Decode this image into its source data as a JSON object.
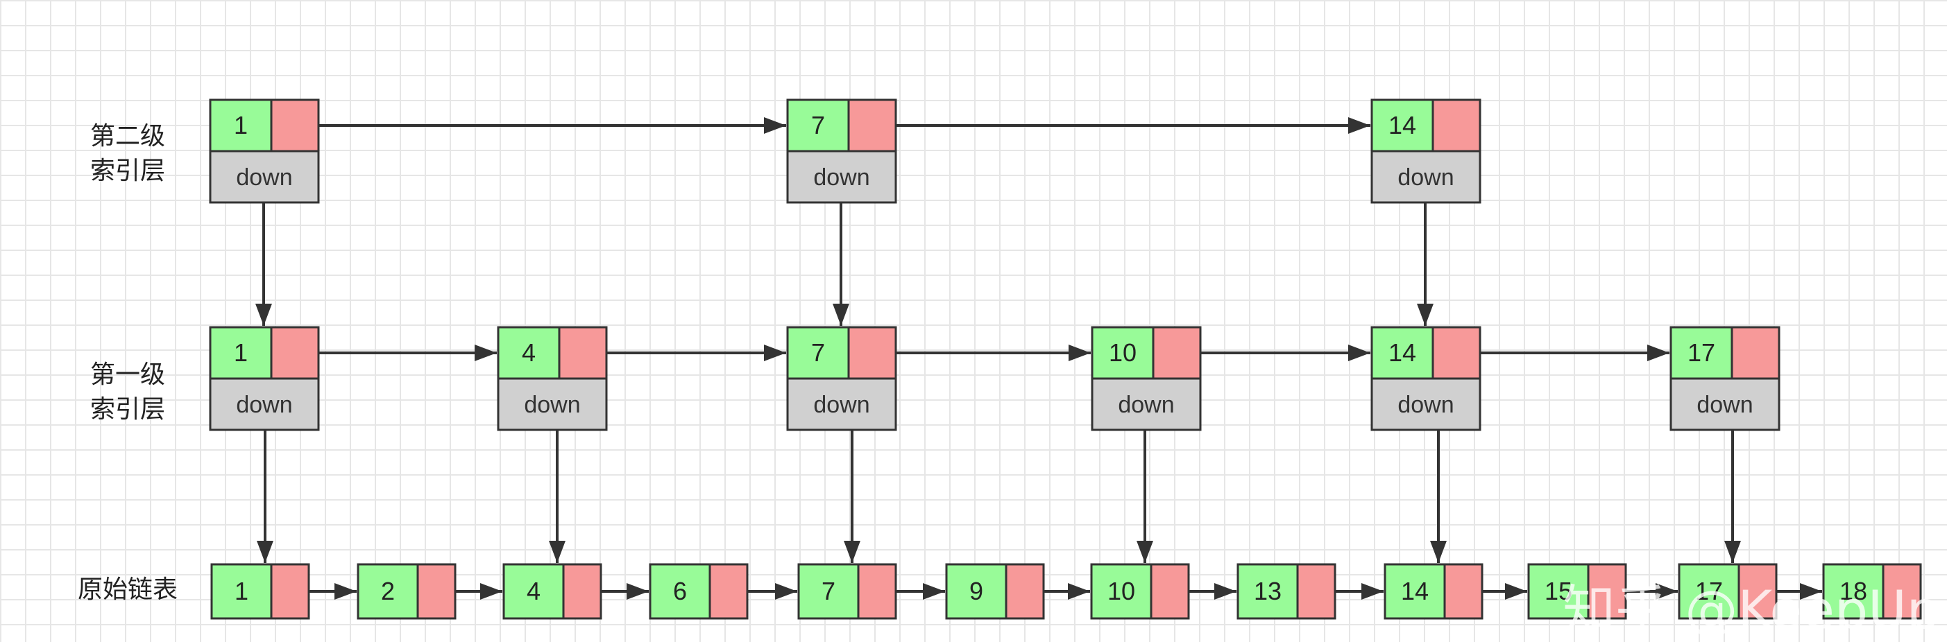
{
  "labels": {
    "level2": [
      "第二级",
      "索引层"
    ],
    "level1": [
      "第一级",
      "索引层"
    ],
    "base": "原始链表"
  },
  "down_label": "down",
  "level2_values": [
    "1",
    "7",
    "14"
  ],
  "level1_values": [
    "1",
    "4",
    "7",
    "10",
    "14",
    "17"
  ],
  "base_values": [
    "1",
    "2",
    "4",
    "6",
    "7",
    "9",
    "10",
    "13",
    "14",
    "15",
    "17",
    "18"
  ],
  "watermark": "知乎 @KeepUp",
  "colors": {
    "value_cell": "#98fb98",
    "pointer_cell": "#f79999",
    "down_cell": "#d0d0d0",
    "border": "#333333",
    "arrow": "#333333",
    "grid": "#e6e6e6"
  }
}
